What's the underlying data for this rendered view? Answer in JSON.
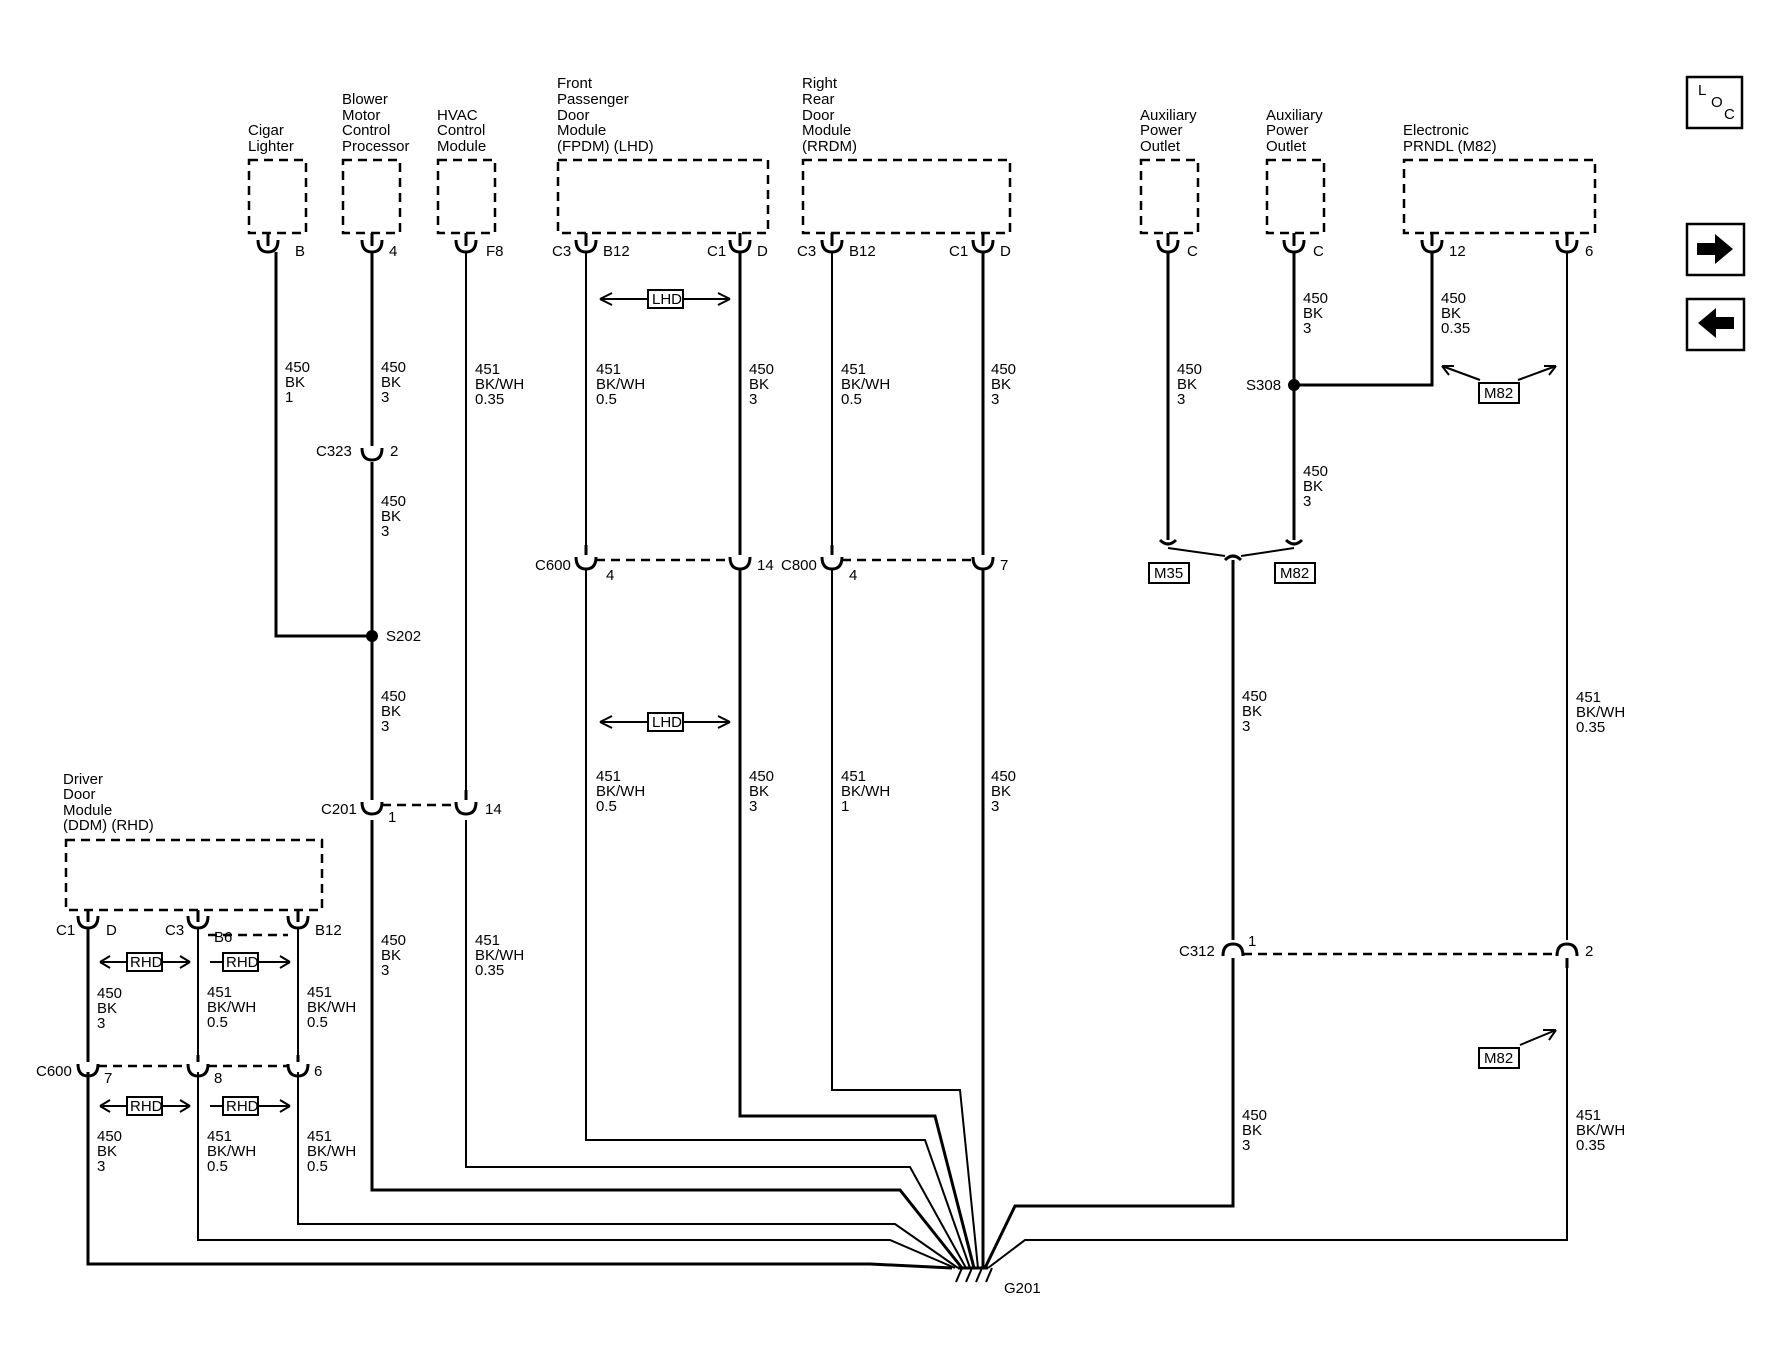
{
  "nav": {
    "loc_letters": [
      "L",
      "O",
      "C"
    ],
    "next_icon": "arrow-right-icon",
    "prev_icon": "arrow-left-icon"
  },
  "components": {
    "cigar": {
      "lines": [
        "Cigar",
        "Lighter"
      ],
      "pin": "B"
    },
    "blower": {
      "lines": [
        "Blower",
        "Motor",
        "Control",
        "Processor"
      ],
      "pin": "4"
    },
    "hvac": {
      "lines": [
        "HVAC",
        "Control",
        "Module"
      ],
      "pin": "F8"
    },
    "fpdm": {
      "lines": [
        "Front",
        "Passenger",
        "Door",
        "Module",
        "(FPDM) (LHD)"
      ],
      "pin_left_conn": "C3",
      "pin_left": "B12",
      "pin_right_conn": "C1",
      "pin_right": "D"
    },
    "rrdm": {
      "lines": [
        "Right",
        "Rear",
        "Door",
        "Module",
        "(RRDM)"
      ],
      "pin_left_conn": "C3",
      "pin_left": "B12",
      "pin_right_conn": "C1",
      "pin_right": "D"
    },
    "apo1": {
      "lines": [
        "Auxiliary",
        "Power",
        "Outlet"
      ],
      "pin": "C"
    },
    "apo2": {
      "lines": [
        "Auxiliary",
        "Power",
        "Outlet"
      ],
      "pin": "C"
    },
    "prndl": {
      "lines": [
        "Electronic",
        "PRNDL (M82)"
      ],
      "pin_left": "12",
      "pin_right": "6"
    },
    "ddm": {
      "lines": [
        "Driver",
        "Door",
        "Module",
        "(DDM) (RHD)"
      ],
      "c1": "C1",
      "c1_pin": "D",
      "c3": "C3",
      "c3_pin": "B6",
      "pin3": "B12"
    }
  },
  "wires": {
    "cigar": [
      "450",
      "BK",
      "1"
    ],
    "blower_top": [
      "450",
      "BK",
      "3"
    ],
    "blower_mid": [
      "450",
      "BK",
      "3"
    ],
    "s202_down": [
      "450",
      "BK",
      "3"
    ],
    "c201_down": [
      "450",
      "BK",
      "3"
    ],
    "hvac_top": [
      "451",
      "BK/WH",
      "0.35"
    ],
    "hvac_bottom": [
      "451",
      "BK/WH",
      "0.35"
    ],
    "fpdm_left_top": [
      "451",
      "BK/WH",
      "0.5"
    ],
    "fpdm_right_top": [
      "450",
      "BK",
      "3"
    ],
    "fpdm_left_bottom": [
      "451",
      "BK/WH",
      "0.5"
    ],
    "fpdm_right_bottom": [
      "450",
      "BK",
      "3"
    ],
    "rrdm_left_top": [
      "451",
      "BK/WH",
      "0.5"
    ],
    "rrdm_right_top": [
      "450",
      "BK",
      "3"
    ],
    "rrdm_left_bottom": [
      "451",
      "BK/WH",
      "1"
    ],
    "rrdm_right_bottom": [
      "450",
      "BK",
      "3"
    ],
    "apo1": [
      "450",
      "BK",
      "3"
    ],
    "apo2_top": [
      "450",
      "BK",
      "3"
    ],
    "apo2_bottom": [
      "450",
      "BK",
      "3"
    ],
    "prndl12": [
      "450",
      "BK",
      "0.35"
    ],
    "c312_top": [
      "450",
      "BK",
      "3"
    ],
    "c312_bottom": [
      "450",
      "BK",
      "3"
    ],
    "prndl6_top": [
      "451",
      "BK/WH",
      "0.35"
    ],
    "prndl6_bottom": [
      "451",
      "BK/WH",
      "0.35"
    ],
    "ddm_d_top": [
      "450",
      "BK",
      "3"
    ],
    "ddm_b6_top": [
      "451",
      "BK/WH",
      "0.5"
    ],
    "ddm_b12_top": [
      "451",
      "BK/WH",
      "0.5"
    ],
    "ddm_d_bottom": [
      "450",
      "BK",
      "3"
    ],
    "ddm_b6_bottom": [
      "451",
      "BK/WH",
      "0.5"
    ],
    "ddm_b12_bottom": [
      "451",
      "BK/WH",
      "0.5"
    ]
  },
  "connectors": {
    "c323": {
      "name": "C323",
      "pin": "2"
    },
    "c201": {
      "name": "C201",
      "pin_a": "1",
      "pin_b": "14"
    },
    "c600_fp": {
      "name": "C600",
      "pin_a": "4",
      "pin_b": "14"
    },
    "c800": {
      "name": "C800",
      "pin_a": "4",
      "pin_b": "7"
    },
    "c312": {
      "name": "C312",
      "pin_a": "1",
      "pin_b": "2"
    },
    "c600_dd": {
      "name": "C600",
      "pin_a": "7",
      "pin_b": "8",
      "pin_c": "6"
    }
  },
  "splices": {
    "s202": "S202",
    "s308": "S308"
  },
  "ground": "G201",
  "option_tags": {
    "lhd": "LHD",
    "rhd": "RHD",
    "m82": "M82",
    "m35": "M35"
  }
}
